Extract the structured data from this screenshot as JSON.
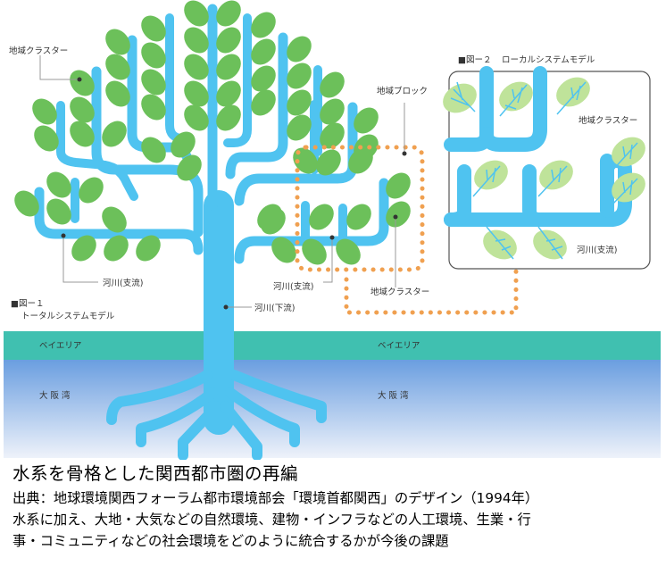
{
  "figure": {
    "fig1_heading": "■図ー１",
    "fig1_title": "トータルシステムモデル",
    "fig2_heading": "■図ー２",
    "fig2_title": "ローカルシステムモデル",
    "labels": {
      "cluster_top_left": "地域クラスター",
      "tributary_left": "河川(支流)",
      "tributary_center": "河川(支流)",
      "downstream": "河川(下流)",
      "block": "地域ブロック",
      "cluster_center": "地域クラスター",
      "cluster_fig2": "地域クラスター",
      "tributary_fig2": "河川(支流)",
      "bay_area_left": "ベイエリア",
      "bay_area_right": "ベイエリア",
      "osaka_bay_left": "大 阪 湾",
      "osaka_bay_right": "大 阪 湾"
    },
    "colors": {
      "river": "#4fc3f0",
      "leaf": "#6cc05a",
      "leaf_light": "#bfe39a",
      "bay_area": "#40c0b0",
      "sea_top": "#6a9ee0",
      "sea_bottom": "#e8eef8",
      "block_outline": "#f0a050"
    }
  },
  "caption": {
    "title": "水系を骨格とした関西都市圏の再編",
    "line1": "出典：地球環境関西フォーラム都市環境部会「環境首都関西」のデザイン（1994年）",
    "line2": "水系に加え、大地・大気などの自然環境、建物・インフラなどの人工環境、生業・行",
    "line3": "事・コミュニティなどの社会環境をどのように統合するかが今後の課題"
  }
}
